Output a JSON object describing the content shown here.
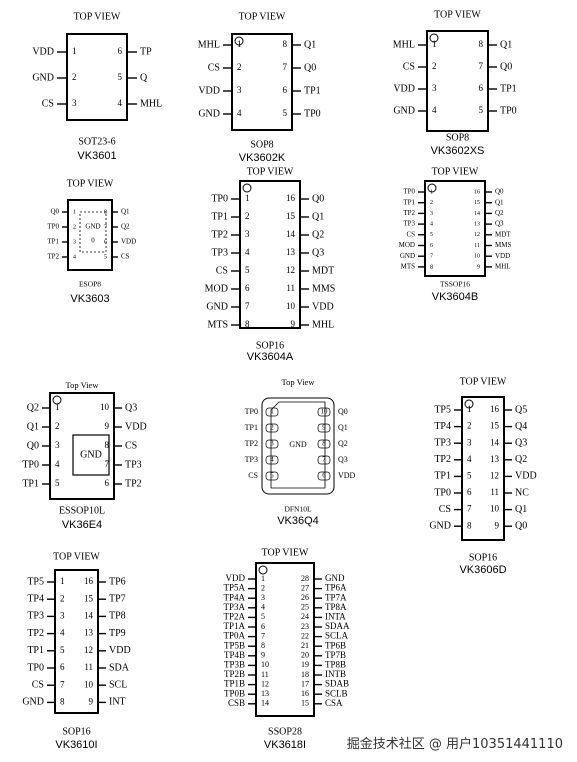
{
  "watermark": "掘金技术社区 @ 用户10351441110",
  "chips": [
    {
      "id": "vk3601",
      "view": "TOP VIEW",
      "pkg": "SOT23-6",
      "model": "VK3601",
      "left": [
        {
          "n": "1",
          "s": "VDD"
        },
        {
          "n": "2",
          "s": "GND"
        },
        {
          "n": "3",
          "s": "CS"
        }
      ],
      "right": [
        {
          "n": "6",
          "s": "TP"
        },
        {
          "n": "5",
          "s": "Q"
        },
        {
          "n": "4",
          "s": "MHL"
        }
      ]
    },
    {
      "id": "vk3602k",
      "view": "TOP VIEW",
      "pkg": "SOP8",
      "model": "VK3602K",
      "left": [
        {
          "n": "1",
          "s": "MHL"
        },
        {
          "n": "2",
          "s": "CS"
        },
        {
          "n": "3",
          "s": "VDD"
        },
        {
          "n": "4",
          "s": "GND"
        }
      ],
      "right": [
        {
          "n": "8",
          "s": "Q1"
        },
        {
          "n": "7",
          "s": "Q0"
        },
        {
          "n": "6",
          "s": "TP1"
        },
        {
          "n": "5",
          "s": "TP0"
        }
      ]
    },
    {
      "id": "vk3602xs",
      "view": "TOP VIEW",
      "pkg": "SOP8",
      "model": "VK3602XS",
      "left": [
        {
          "n": "1",
          "s": "MHL"
        },
        {
          "n": "2",
          "s": "CS"
        },
        {
          "n": "3",
          "s": "VDD"
        },
        {
          "n": "4",
          "s": "GND"
        }
      ],
      "right": [
        {
          "n": "8",
          "s": "Q1"
        },
        {
          "n": "7",
          "s": "Q0"
        },
        {
          "n": "6",
          "s": "TP1"
        },
        {
          "n": "5",
          "s": "TP0"
        }
      ]
    },
    {
      "id": "vk3603",
      "view": "TOP VIEW",
      "pkg": "ESOP8",
      "model": "VK3603",
      "pad": [
        "GND",
        "0"
      ],
      "left": [
        {
          "n": "1",
          "s": "Q0"
        },
        {
          "n": "2",
          "s": "TP0"
        },
        {
          "n": "3",
          "s": "TP1"
        },
        {
          "n": "4",
          "s": "TP2"
        }
      ],
      "right": [
        {
          "n": "8",
          "s": "Q1"
        },
        {
          "n": "7",
          "s": "Q2"
        },
        {
          "n": "6",
          "s": "VDD"
        },
        {
          "n": "5",
          "s": "CS"
        }
      ]
    },
    {
      "id": "vk3604a",
      "view": "TOP VIEW",
      "pkg": "SOP16",
      "model": "VK3604A",
      "left": [
        {
          "n": "1",
          "s": "TP0"
        },
        {
          "n": "2",
          "s": "TP1"
        },
        {
          "n": "3",
          "s": "TP2"
        },
        {
          "n": "4",
          "s": "TP3"
        },
        {
          "n": "5",
          "s": "CS"
        },
        {
          "n": "6",
          "s": "MOD"
        },
        {
          "n": "7",
          "s": "GND"
        },
        {
          "n": "8",
          "s": "MTS"
        }
      ],
      "right": [
        {
          "n": "16",
          "s": "Q0"
        },
        {
          "n": "15",
          "s": "Q1"
        },
        {
          "n": "14",
          "s": "Q2"
        },
        {
          "n": "13",
          "s": "Q3"
        },
        {
          "n": "12",
          "s": "MDT"
        },
        {
          "n": "11",
          "s": "MMS"
        },
        {
          "n": "10",
          "s": "VDD"
        },
        {
          "n": "9",
          "s": "MHL"
        }
      ]
    },
    {
      "id": "vk3604b",
      "view": "TOP VIEW",
      "pkg": "TSSOP16",
      "model": "VK3604B",
      "left": [
        {
          "n": "1",
          "s": "TP0"
        },
        {
          "n": "2",
          "s": "TP1"
        },
        {
          "n": "3",
          "s": "TP2"
        },
        {
          "n": "4",
          "s": "TP3"
        },
        {
          "n": "5",
          "s": "CS"
        },
        {
          "n": "6",
          "s": "MOD"
        },
        {
          "n": "7",
          "s": "GND"
        },
        {
          "n": "8",
          "s": "MTS"
        }
      ],
      "right": [
        {
          "n": "16",
          "s": "Q0"
        },
        {
          "n": "15",
          "s": "Q1"
        },
        {
          "n": "14",
          "s": "Q2"
        },
        {
          "n": "13",
          "s": "Q3"
        },
        {
          "n": "12",
          "s": "MDT"
        },
        {
          "n": "11",
          "s": "MMS"
        },
        {
          "n": "10",
          "s": "VDD"
        },
        {
          "n": "9",
          "s": "MHL"
        }
      ]
    },
    {
      "id": "vk36e4",
      "view": "Top View",
      "pkg": "ESSOP10L",
      "model": "VK36E4",
      "pad": [
        "GND"
      ],
      "left": [
        {
          "n": "1",
          "s": "Q2"
        },
        {
          "n": "2",
          "s": "Q1"
        },
        {
          "n": "3",
          "s": "Q0"
        },
        {
          "n": "4",
          "s": "TP0"
        },
        {
          "n": "5",
          "s": "TP1"
        }
      ],
      "right": [
        {
          "n": "10",
          "s": "Q3"
        },
        {
          "n": "9",
          "s": "VDD"
        },
        {
          "n": "8",
          "s": "CS"
        },
        {
          "n": "7",
          "s": "TP3"
        },
        {
          "n": "6",
          "s": "TP2"
        }
      ]
    },
    {
      "id": "vk36q4",
      "view": "Top View",
      "pkg": "DFN10L",
      "model": "VK36Q4",
      "pad": [
        "GND"
      ],
      "left": [
        {
          "n": "1",
          "s": "TP0"
        },
        {
          "n": "2",
          "s": "TP1"
        },
        {
          "n": "3",
          "s": "TP2"
        },
        {
          "n": "4",
          "s": "TP3"
        },
        {
          "n": "5",
          "s": "CS"
        }
      ],
      "right": [
        {
          "n": "10",
          "s": "Q0"
        },
        {
          "n": "9",
          "s": "Q1"
        },
        {
          "n": "8",
          "s": "Q2"
        },
        {
          "n": "7",
          "s": "Q3"
        },
        {
          "n": "6",
          "s": "VDD"
        }
      ]
    },
    {
      "id": "vk3606d",
      "view": "TOP VIEW",
      "pkg": "SOP16",
      "model": "VK3606D",
      "left": [
        {
          "n": "1",
          "s": "TP5"
        },
        {
          "n": "2",
          "s": "TP4"
        },
        {
          "n": "3",
          "s": "TP3"
        },
        {
          "n": "4",
          "s": "TP2"
        },
        {
          "n": "5",
          "s": "TP1"
        },
        {
          "n": "6",
          "s": "TP0"
        },
        {
          "n": "7",
          "s": "CS"
        },
        {
          "n": "8",
          "s": "GND"
        }
      ],
      "right": [
        {
          "n": "16",
          "s": "Q5"
        },
        {
          "n": "15",
          "s": "Q4"
        },
        {
          "n": "14",
          "s": "Q3"
        },
        {
          "n": "13",
          "s": "Q2"
        },
        {
          "n": "12",
          "s": "VDD"
        },
        {
          "n": "11",
          "s": "NC"
        },
        {
          "n": "10",
          "s": "Q1"
        },
        {
          "n": "9",
          "s": "Q0"
        }
      ]
    },
    {
      "id": "vk3610i",
      "view": "TOP VIEW",
      "pkg": "SOP16",
      "model": "VK3610I",
      "left": [
        {
          "n": "1",
          "s": "TP5"
        },
        {
          "n": "2",
          "s": "TP4"
        },
        {
          "n": "3",
          "s": "TP3"
        },
        {
          "n": "4",
          "s": "TP2"
        },
        {
          "n": "5",
          "s": "TP1"
        },
        {
          "n": "6",
          "s": "TP0"
        },
        {
          "n": "7",
          "s": "CS"
        },
        {
          "n": "8",
          "s": "GND"
        }
      ],
      "right": [
        {
          "n": "16",
          "s": "TP6"
        },
        {
          "n": "15",
          "s": "TP7"
        },
        {
          "n": "14",
          "s": "TP8"
        },
        {
          "n": "13",
          "s": "TP9"
        },
        {
          "n": "12",
          "s": "VDD"
        },
        {
          "n": "11",
          "s": "SDA"
        },
        {
          "n": "10",
          "s": "SCL"
        },
        {
          "n": "9",
          "s": "INT"
        }
      ]
    },
    {
      "id": "vk3618i",
      "view": "TOP VIEW",
      "pkg": "SSOP28",
      "model": "VK3618I",
      "left": [
        {
          "n": "1",
          "s": "VDD"
        },
        {
          "n": "2",
          "s": "TP5A"
        },
        {
          "n": "3",
          "s": "TP4A"
        },
        {
          "n": "4",
          "s": "TP3A"
        },
        {
          "n": "5",
          "s": "TP2A"
        },
        {
          "n": "6",
          "s": "TP1A"
        },
        {
          "n": "7",
          "s": "TP0A"
        },
        {
          "n": "8",
          "s": "TP5B"
        },
        {
          "n": "9",
          "s": "TP4B"
        },
        {
          "n": "10",
          "s": "TP3B"
        },
        {
          "n": "11",
          "s": "TP2B"
        },
        {
          "n": "12",
          "s": "TP1B"
        },
        {
          "n": "13",
          "s": "TP0B"
        },
        {
          "n": "14",
          "s": "CSB"
        }
      ],
      "right": [
        {
          "n": "28",
          "s": "GND"
        },
        {
          "n": "27",
          "s": "TP6A"
        },
        {
          "n": "26",
          "s": "TP7A"
        },
        {
          "n": "25",
          "s": "TP8A"
        },
        {
          "n": "24",
          "s": "INTA"
        },
        {
          "n": "23",
          "s": "SDAA"
        },
        {
          "n": "22",
          "s": "SCLA"
        },
        {
          "n": "21",
          "s": "TP6B"
        },
        {
          "n": "20",
          "s": "TP7B"
        },
        {
          "n": "19",
          "s": "TP8B"
        },
        {
          "n": "18",
          "s": "INTB"
        },
        {
          "n": "17",
          "s": "SDAB"
        },
        {
          "n": "16",
          "s": "SCLB"
        },
        {
          "n": "15",
          "s": "CSA"
        }
      ]
    }
  ]
}
